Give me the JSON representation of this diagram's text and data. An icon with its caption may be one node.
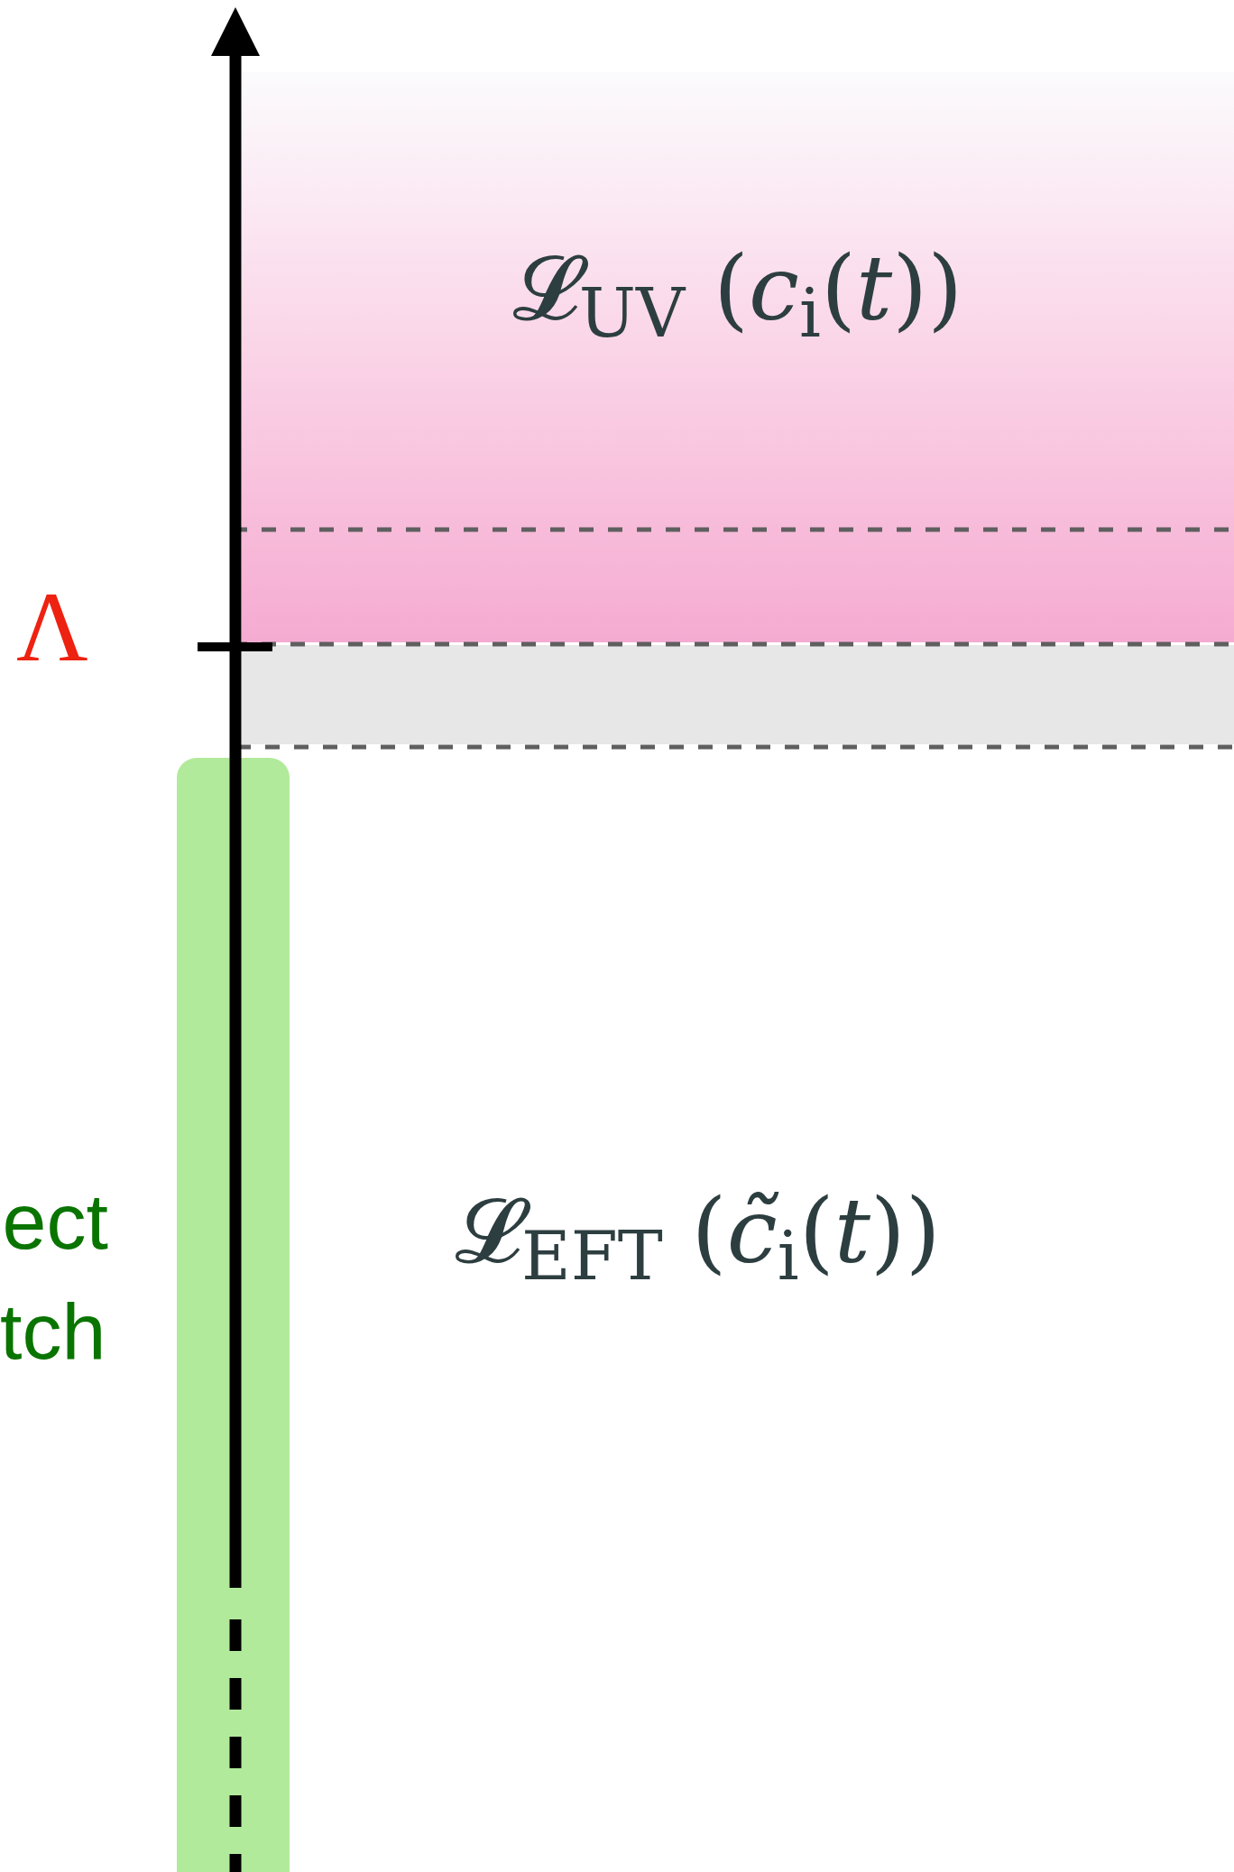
{
  "diagram": {
    "nodes": [
      {
        "text": [
          "𝓛$_{UV}$ (*c*$_{i}$(*t*))"
        ]
      },
      {
        "text": [],
        "shape": "box"
      },
      {
        "text": [],
        "shape": "bar"
      }
    ],
    "labels": [
      "Λ",
      "ect",
      "𝓛$_{EFT}$ (*c̃*$_{i}$(*t*))",
      "tch"
    ]
  }
}
